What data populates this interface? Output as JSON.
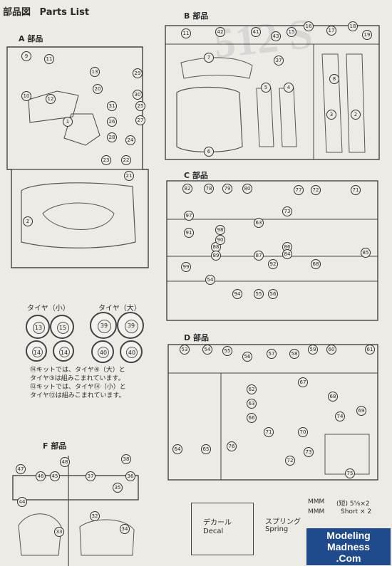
{
  "header": {
    "title": "部品図",
    "subtitle": "Parts List"
  },
  "sections": {
    "a": "A 部品",
    "b": "B 部品",
    "c": "C 部品",
    "d": "D 部品",
    "f": "F 部品"
  },
  "tires": {
    "small_label": "タイヤ（小）",
    "large_label": "タイヤ（大）",
    "note_lines": [
      "⑭キットでは、タイヤ④（大）と",
      "タイヤ③は組みこまれています。",
      "⑬キットでは、タイヤ⑭（小）と",
      "タイヤ⑬は組みこまれています。"
    ]
  },
  "decal": {
    "jp": "デカール",
    "en": "Decal"
  },
  "spring": {
    "jp": "スプリング",
    "en": "Spring",
    "short_note": "(短) 5⅝×2",
    "short_en": "Short × 2"
  },
  "logo": {
    "line1": "Modeling",
    "line2": "Madness",
    "line3": ".Com"
  },
  "watermark": "512 S",
  "part_numbers": {
    "a": [
      "9",
      "10",
      "11",
      "12",
      "13",
      "1",
      "20",
      "29",
      "30",
      "31",
      "23",
      "22",
      "24",
      "25",
      "26",
      "27",
      "28",
      "21",
      "2"
    ],
    "b": [
      "11",
      "42",
      "41",
      "43",
      "15",
      "16",
      "17",
      "18",
      "19",
      "7",
      "37",
      "5",
      "4",
      "3",
      "6",
      "2",
      "8"
    ],
    "c": [
      "82",
      "78",
      "79",
      "80",
      "71",
      "77",
      "72",
      "97",
      "73",
      "98",
      "88",
      "86",
      "87",
      "90",
      "99",
      "92",
      "68",
      "55",
      "54",
      "91",
      "63",
      "94",
      "84",
      "56",
      "89",
      "85"
    ],
    "d": [
      "53",
      "54",
      "55",
      "56",
      "57",
      "58",
      "59",
      "60",
      "61",
      "62",
      "63",
      "64",
      "65",
      "66",
      "67",
      "68",
      "69",
      "70",
      "71",
      "72",
      "73",
      "74",
      "75",
      "76"
    ],
    "f": [
      "47",
      "46",
      "45",
      "44",
      "48",
      "38",
      "37",
      "36",
      "32",
      "33",
      "34",
      "35"
    ],
    "tires": [
      "13",
      "15",
      "39",
      "14",
      "40"
    ]
  }
}
